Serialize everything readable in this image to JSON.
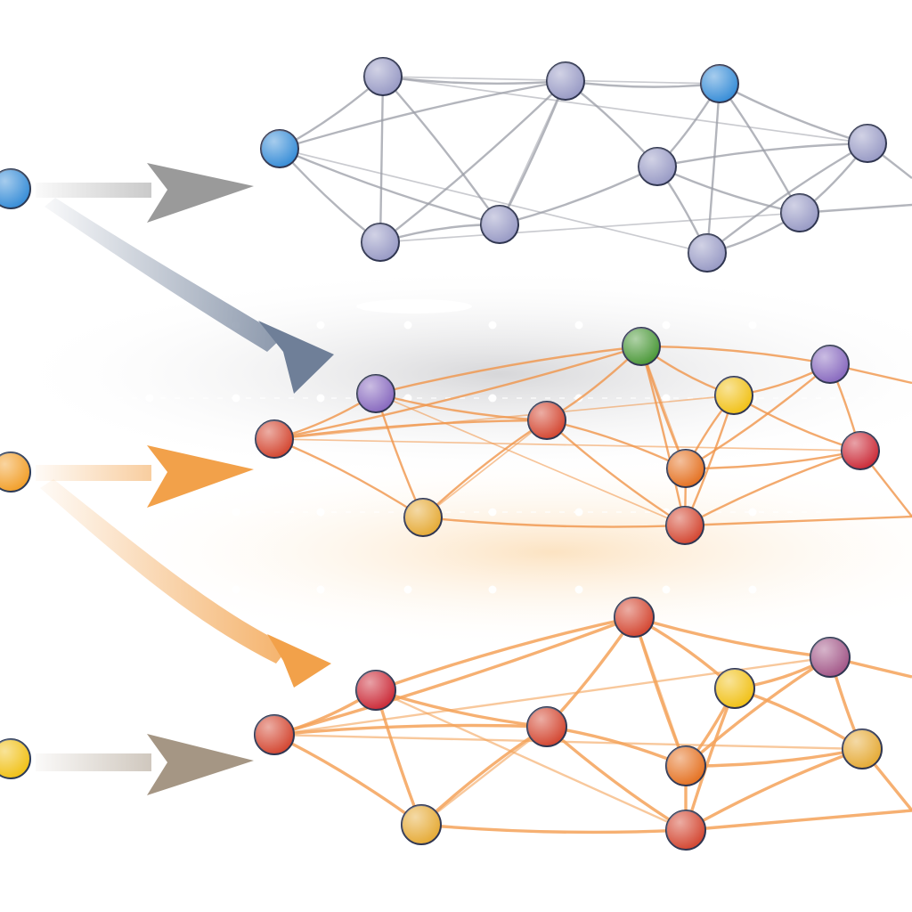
{
  "colors": {
    "background": "#ffffff",
    "grey_edge": "#9a9ca6",
    "orange_edge": "#f0954a",
    "warm_edge": "#f4a259",
    "node_blue": "#3b8fd8",
    "node_lavender": "#9a9cc6",
    "node_purple": "#8a6cc0",
    "node_green": "#4e9a3c",
    "node_yellow": "#f1c21b",
    "node_gold": "#e6ac3a",
    "node_orange": "#e57426",
    "node_red": "#d44a35",
    "node_crimson": "#cc2f3c",
    "node_plum": "#a45a8a",
    "arrow_grey": "#9a9a9a",
    "arrow_slate": "#6f7f98",
    "arrow_orange": "#f2a14a",
    "arrow_taupe": "#a59684"
  },
  "sources": [
    {
      "id": "src-blue",
      "color": "#3b8fd8"
    },
    {
      "id": "src-orange",
      "color": "#f2a12e"
    },
    {
      "id": "src-yellow",
      "color": "#f1c21b"
    }
  ],
  "networks": [
    {
      "id": "grey-network",
      "edge_style": "grey",
      "nodes": [
        "lavender",
        "blue",
        "lavender",
        "lavender",
        "blue",
        "lavender",
        "lavender",
        "lavender",
        "lavender",
        "lavender"
      ]
    },
    {
      "id": "orange-network",
      "edge_style": "orange",
      "nodes": [
        "red",
        "purple",
        "red",
        "green",
        "yellow",
        "purple",
        "orange",
        "crimson",
        "gold",
        "red"
      ]
    },
    {
      "id": "warm-network",
      "edge_style": "warm",
      "nodes": [
        "red",
        "crimson",
        "red",
        "red",
        "plum",
        "yellow",
        "orange",
        "gold",
        "gold",
        "red"
      ]
    }
  ],
  "arrows": [
    {
      "id": "arrow-blue-straight",
      "color": "#9a9a9a"
    },
    {
      "id": "arrow-blue-curved",
      "color": "#6f7f98"
    },
    {
      "id": "arrow-orange-straight",
      "color": "#f2a14a"
    },
    {
      "id": "arrow-orange-curved",
      "color": "#f2a14a"
    },
    {
      "id": "arrow-yellow-straight",
      "color": "#a59684"
    }
  ]
}
